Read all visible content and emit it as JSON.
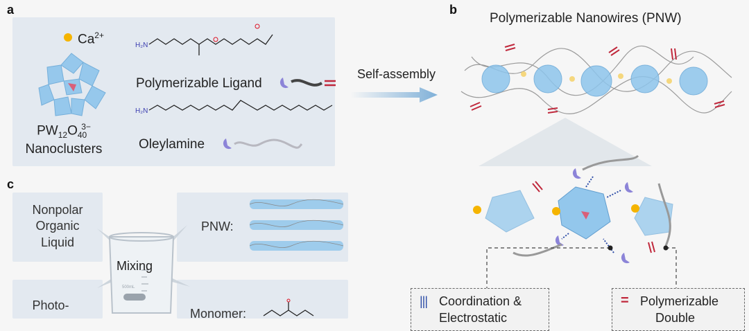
{
  "panels": {
    "a": {
      "letter": "a",
      "ion": {
        "symbol": "Ca",
        "charge": "2+"
      },
      "cluster": {
        "formula_parts": [
          "PW",
          "12",
          "O",
          "40",
          "3−"
        ],
        "name": "Nanoclusters"
      },
      "ligand_label": "Polymerizable Ligand",
      "oleylamine_label": "Oleylamine",
      "amine_label": "H₂N"
    },
    "arrow_label": "Self-assembly",
    "b": {
      "letter": "b",
      "title": "Polymerizable Nanowires (PNW)",
      "legend": [
        {
          "symbol": "|||",
          "text_line1": "Coordination &",
          "text_line2": "Electrostatic"
        },
        {
          "symbol": "=",
          "text_line1": "Polymerizable",
          "text_line2": "Double"
        }
      ]
    },
    "c": {
      "letter": "c",
      "liquid_label_lines": [
        "Nonpolar",
        "Organic",
        "Liquid"
      ],
      "photo_label": "Photo-",
      "mixing_label": "Mixing",
      "pnw_label": "PNW:",
      "monomer_label": "Monomer:",
      "beaker_mark": "500mL"
    }
  },
  "colors": {
    "cluster_blue": "#8ec5ec",
    "calcium_yellow": "#f5b400",
    "bond_red": "#c0283c",
    "ligand_purple": "#8c84d8",
    "box_bg": "#e3e9f0"
  }
}
